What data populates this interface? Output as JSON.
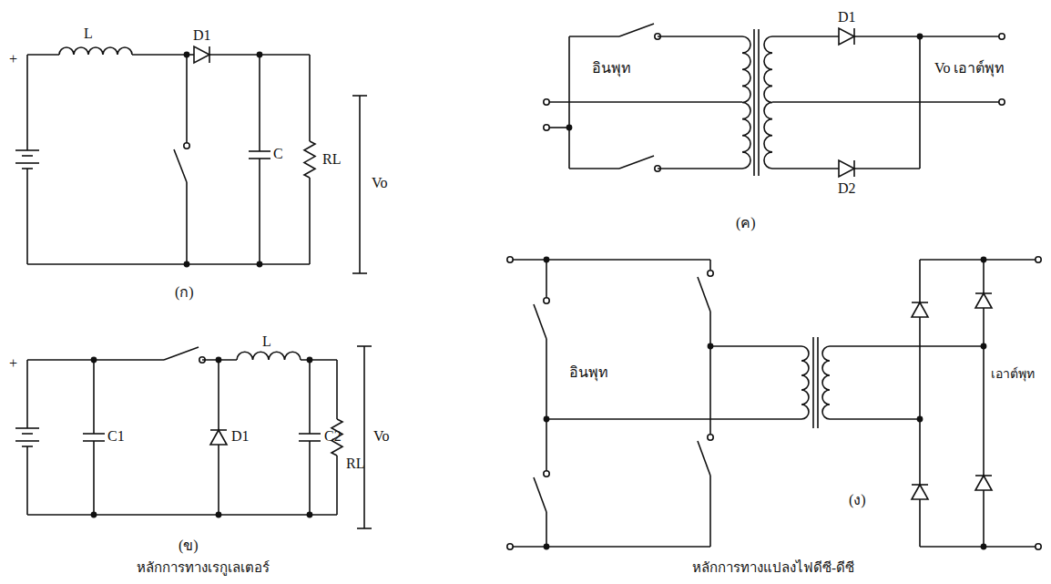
{
  "diagram": {
    "labels": [
      "L",
      "D1",
      "+",
      "C",
      "RL",
      "Vo",
      "(ก)",
      "+",
      "C1",
      "D1",
      "L",
      "C2",
      "RL",
      "Vo",
      "(ข)",
      "หลักการทางเรกูเลเตอร์",
      "อินพุท",
      "D1",
      "D2",
      "Vo เอาต์พุท",
      "(ค)",
      "อินพุท",
      "เอาต์พุท",
      "(ง)",
      "หลักการทางแปลงไฟดีซี-ดีซี"
    ]
  }
}
